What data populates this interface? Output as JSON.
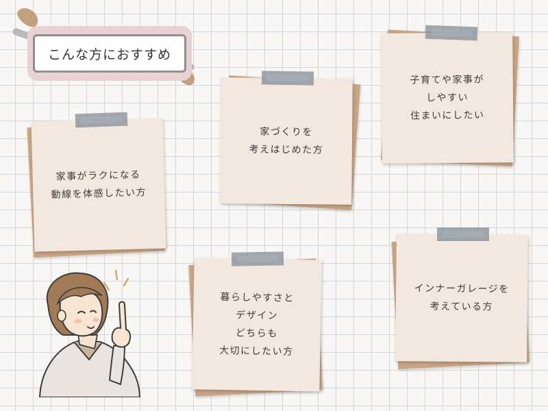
{
  "title": "こんな方におすすめ",
  "notes": [
    {
      "lines": [
        "家事がラクになる",
        "動線を体感したい方"
      ]
    },
    {
      "lines": [
        "家づくりを",
        "考えはじめた方"
      ]
    },
    {
      "lines": [
        "子育てや家事が",
        "しやすい",
        "住まいにしたい"
      ]
    },
    {
      "lines": [
        "暮らしやすさと",
        "デザイン",
        "どちらも",
        "大切にしたい方"
      ]
    },
    {
      "lines": [
        "インナーガレージを",
        "考えている方"
      ]
    }
  ],
  "colors": {
    "paper": "#f3e8df",
    "paper_back": "#c9a585",
    "tape": "#848c96",
    "badge": "#e8d2d4",
    "accent_brown": "#c5a07e"
  },
  "illustration": "woman-pointing-up"
}
